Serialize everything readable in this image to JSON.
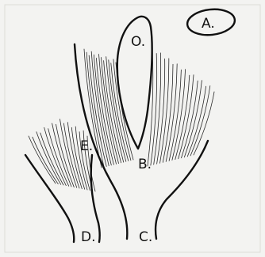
{
  "labels": {
    "figure": "A.",
    "o": "O.",
    "b": "B.",
    "e": "E.",
    "c": "C.",
    "d": "D."
  },
  "colors": {
    "ink": "#111111",
    "paper": "#f3f3f1"
  }
}
